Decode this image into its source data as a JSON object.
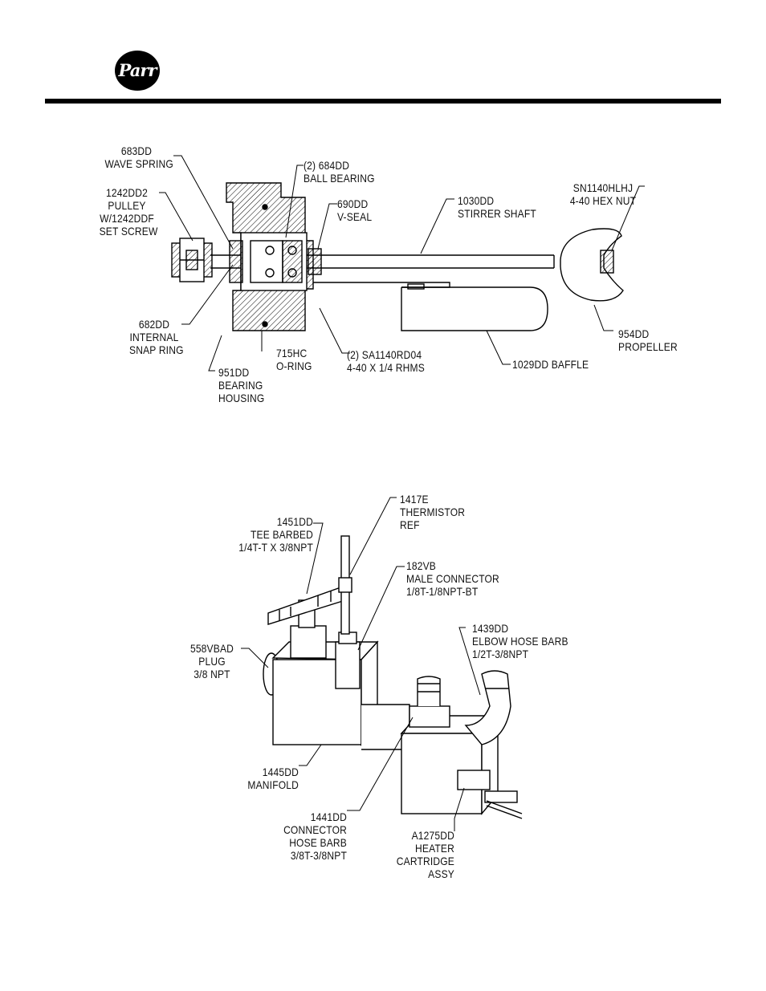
{
  "logo": {
    "text": "Parr",
    "icon": "parr-logo"
  },
  "stirrer": {
    "wave_spring": "683DD\nWAVE SPRING",
    "pulley": "1242DD2\nPULLEY\nW/1242DDF\nSET SCREW",
    "ball_bearing": "(2) 684DD\nBALL BEARING",
    "v_seal": "690DD\nV-SEAL",
    "stirrer_shaft": "1030DD\nSTIRRER SHAFT",
    "hex_nut": "SN1140HLHJ\n4-40 HEX NUT",
    "snap_ring": "682DD\nINTERNAL\nSNAP RING",
    "o_ring": "715HC\nO-RING",
    "rhms": "(2) SA1140RD04\n4-40 X 1/4 RHMS",
    "baffle": "1029DD BAFFLE",
    "propeller": "954DD\nPROPELLER",
    "bearing_housing": "951DD\nBEARING\nHOUSING"
  },
  "manifold_assy": {
    "thermistor": "1417E\nTHERMISTOR\nREF",
    "tee_barbed": "1451DD\nTEE BARBED\n1/4T-T X 3/8NPT",
    "male_connector": "182VB\nMALE CONNECTOR\n1/8T-1/8NPT-BT",
    "elbow": "1439DD\nELBOW HOSE BARB\n1/2T-3/8NPT",
    "plug": "558VBAD\nPLUG\n3/8 NPT",
    "manifold": "1445DD\nMANIFOLD",
    "connector_hose_barb": "1441DD\nCONNECTOR\nHOSE BARB\n3/8T-3/8NPT",
    "heater": "A1275DD\nHEATER\nCARTRIDGE\nASSY"
  }
}
